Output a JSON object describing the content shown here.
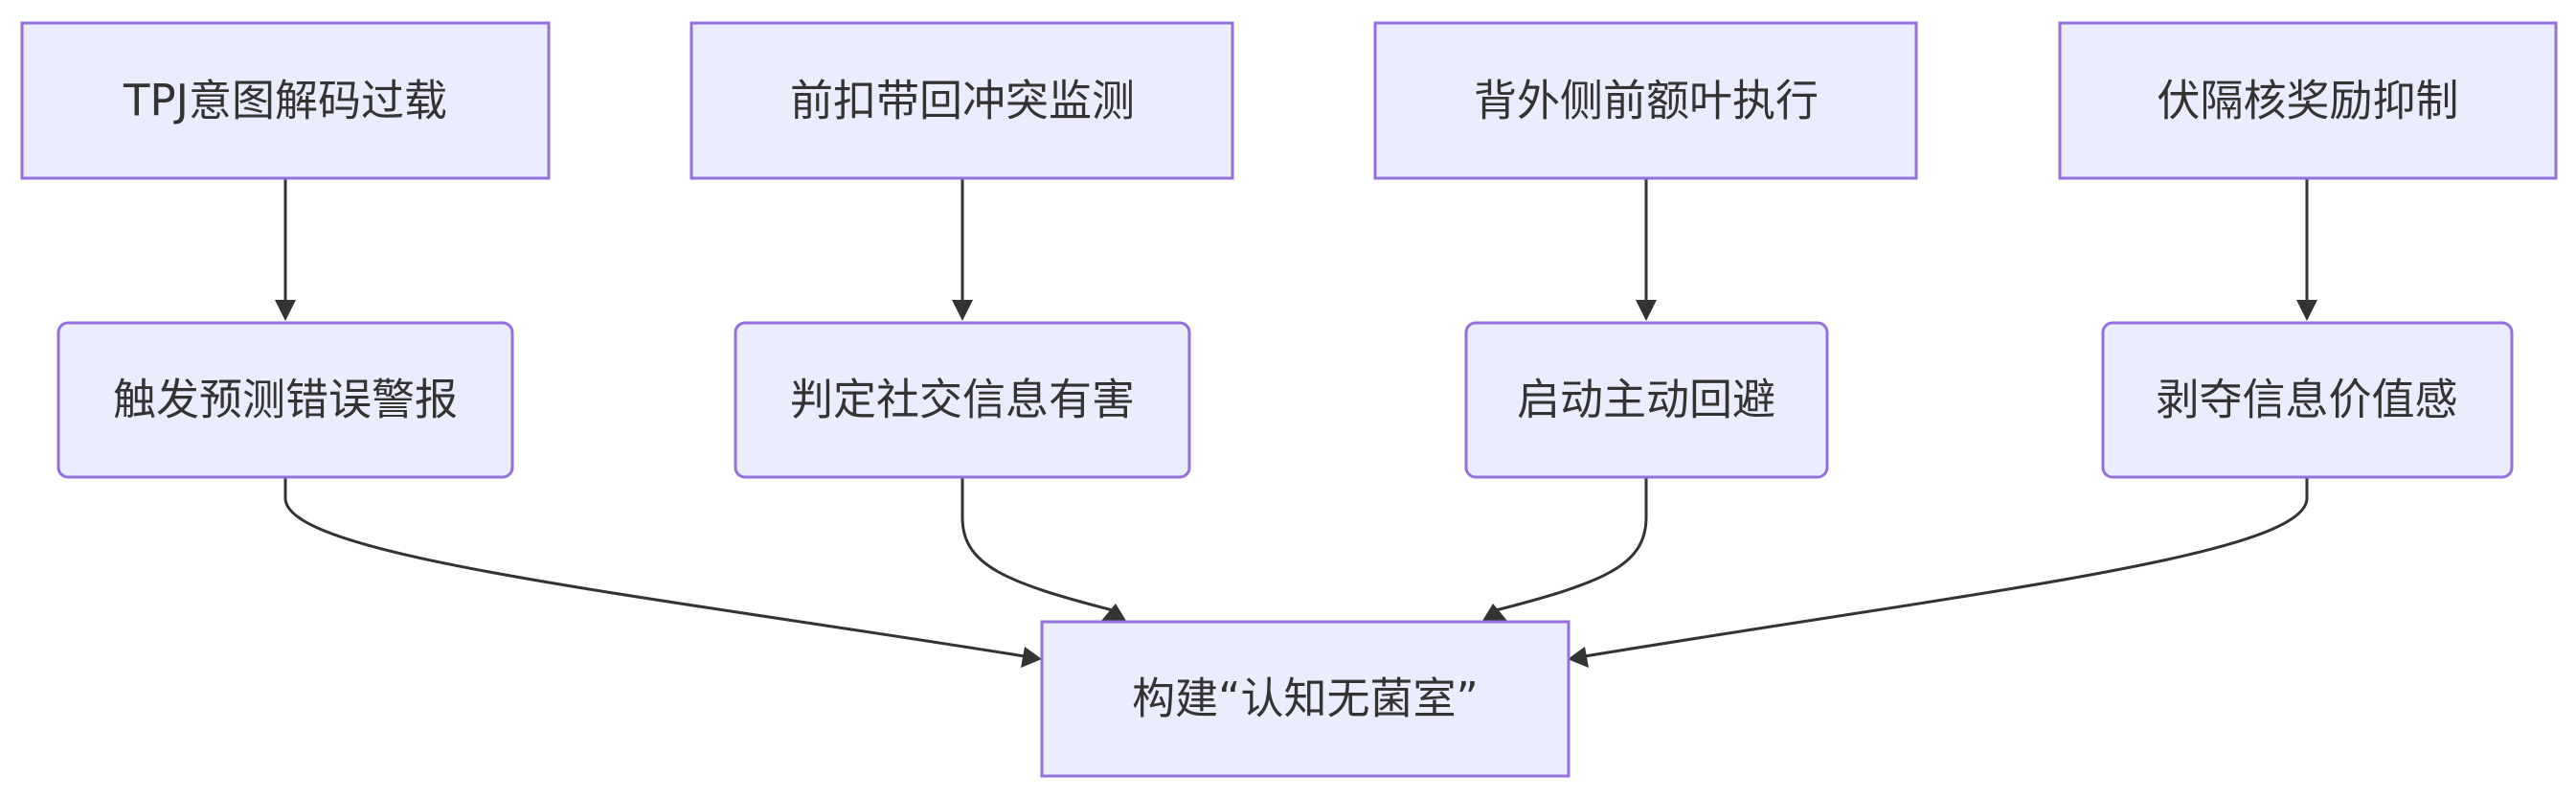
{
  "diagram": {
    "type": "flowchart",
    "direction": "top-down",
    "colors": {
      "node_fill": "#ECECFF",
      "node_border": "#9370DB",
      "edge": "#333333",
      "text": "#333333"
    },
    "nodes": {
      "tpj": "TPJ意图解码过载",
      "acc": "前扣带回冲突监测",
      "dlpfc": "背外侧前额叶执行",
      "nacc": "伏隔核奖励抑制",
      "alarm": "触发预测错误警报",
      "harmful": "判定社交信息有害",
      "avoid": "启动主动回避",
      "devalue": "剥夺信息价值感",
      "cleanroom": "构建“认知无菌室”"
    },
    "edges": [
      {
        "from": "tpj",
        "to": "alarm"
      },
      {
        "from": "acc",
        "to": "harmful"
      },
      {
        "from": "dlpfc",
        "to": "avoid"
      },
      {
        "from": "nacc",
        "to": "devalue"
      },
      {
        "from": "alarm",
        "to": "cleanroom"
      },
      {
        "from": "harmful",
        "to": "cleanroom"
      },
      {
        "from": "avoid",
        "to": "cleanroom"
      },
      {
        "from": "devalue",
        "to": "cleanroom"
      }
    ]
  }
}
